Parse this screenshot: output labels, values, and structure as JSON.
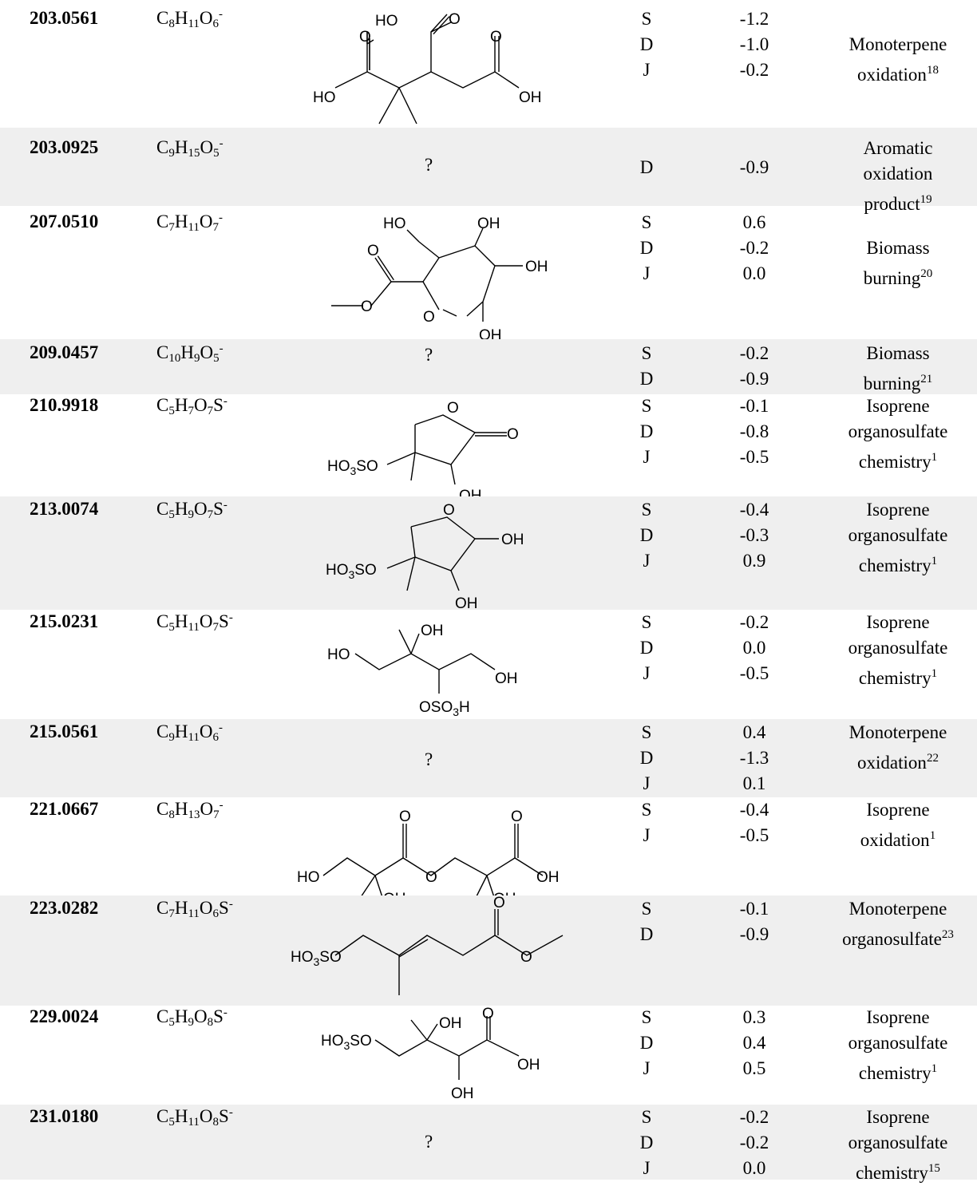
{
  "rows": [
    {
      "mz": "203.0561",
      "f_base": [
        [
          "C",
          "8"
        ],
        [
          "H",
          "11"
        ],
        [
          "O",
          "6"
        ]
      ],
      "f_suffix": "",
      "charge": "-",
      "sites": [
        "S",
        "D",
        "J"
      ],
      "vals": [
        "-1.2",
        "-1.0",
        "-0.2"
      ],
      "note_lines": [
        "Monoterpene",
        "oxidation"
      ],
      "note_ref": "18",
      "unknown": "",
      "labels": {
        "a": "HO",
        "b": "O",
        "c": "O",
        "d": "O",
        "e": "HO",
        "f": "OH"
      }
    },
    {
      "mz": "203.0925",
      "f_base": [
        [
          "C",
          "9"
        ],
        [
          "H",
          "15"
        ],
        [
          "O",
          "5"
        ]
      ],
      "f_suffix": "",
      "charge": "-",
      "sites": [
        "D"
      ],
      "vals": [
        "-0.9"
      ],
      "note_lines": [
        "Aromatic",
        "oxidation",
        "product"
      ],
      "note_ref": "19",
      "unknown": "?",
      "labels": {}
    },
    {
      "mz": "207.0510",
      "f_base": [
        [
          "C",
          "7"
        ],
        [
          "H",
          "11"
        ],
        [
          "O",
          "7"
        ]
      ],
      "f_suffix": "",
      "charge": "-",
      "sites": [
        "S",
        "D",
        "J"
      ],
      "vals": [
        "0.6",
        "-0.2",
        "0.0"
      ],
      "note_lines": [
        "Biomass",
        "burning"
      ],
      "note_ref": "20",
      "unknown": "",
      "labels": {
        "a": "HO",
        "b": "OH",
        "c": "O",
        "d": "OH",
        "e": "O",
        "f": "O",
        "g": "OH"
      }
    },
    {
      "mz": "209.0457",
      "f_base": [
        [
          "C",
          "10"
        ],
        [
          "H",
          "9"
        ],
        [
          "O",
          "5"
        ]
      ],
      "f_suffix": "",
      "charge": "-",
      "sites": [
        "S",
        "D"
      ],
      "vals": [
        "-0.2",
        "-0.9"
      ],
      "note_lines": [
        "Biomass",
        "burning"
      ],
      "note_ref": "21",
      "unknown": "?",
      "labels": {}
    },
    {
      "mz": "210.9918",
      "f_base": [
        [
          "C",
          "5"
        ],
        [
          "H",
          "7"
        ],
        [
          "O",
          "7"
        ]
      ],
      "f_suffix": "S",
      "charge": "-",
      "sites": [
        "S",
        "D",
        "J"
      ],
      "vals": [
        "-0.1",
        "-0.8",
        "-0.5"
      ],
      "note_lines": [
        "Isoprene",
        "organosulfate",
        "chemistry"
      ],
      "note_ref": "1",
      "unknown": "",
      "labels": {
        "a": "O",
        "b": "O",
        "c": "HO",
        "c_sub": "3",
        "c_end": "SO",
        "d": "OH"
      }
    },
    {
      "mz": "213.0074",
      "f_base": [
        [
          "C",
          "5"
        ],
        [
          "H",
          "9"
        ],
        [
          "O",
          "7"
        ]
      ],
      "f_suffix": "S",
      "charge": "-",
      "sites": [
        "S",
        "D",
        "J"
      ],
      "vals": [
        "-0.4",
        "-0.3",
        "0.9"
      ],
      "note_lines": [
        "Isoprene",
        "organosulfate",
        "chemistry"
      ],
      "note_ref": "1",
      "unknown": "",
      "labels": {
        "a": "O",
        "b": "OH",
        "c": "HO",
        "c_sub": "3",
        "c_end": "SO",
        "d": "OH"
      }
    },
    {
      "mz": "215.0231",
      "f_base": [
        [
          "C",
          "5"
        ],
        [
          "H",
          "11"
        ],
        [
          "O",
          "7"
        ]
      ],
      "f_suffix": "S",
      "charge": "-",
      "sites": [
        "S",
        "D",
        "J"
      ],
      "vals": [
        "-0.2",
        "0.0",
        "-0.5"
      ],
      "note_lines": [
        "Isoprene",
        "organosulfate",
        "chemistry"
      ],
      "note_ref": "1",
      "unknown": "",
      "labels": {
        "a": "OH",
        "b": "HO",
        "c": "OH",
        "d": "OSO",
        "d_sub": "3",
        "d_end": "H"
      }
    },
    {
      "mz": "215.0561",
      "f_base": [
        [
          "C",
          "9"
        ],
        [
          "H",
          "11"
        ],
        [
          "O",
          "6"
        ]
      ],
      "f_suffix": "",
      "charge": "-",
      "sites": [
        "S",
        "D",
        "J"
      ],
      "vals": [
        "0.4",
        "-1.3",
        "0.1"
      ],
      "note_lines": [
        "Monoterpene",
        "oxidation"
      ],
      "note_ref": "22",
      "unknown": "?",
      "labels": {}
    },
    {
      "mz": "221.0667",
      "f_base": [
        [
          "C",
          "8"
        ],
        [
          "H",
          "13"
        ],
        [
          "O",
          "7"
        ]
      ],
      "f_suffix": "",
      "charge": "-",
      "sites": [
        "S",
        "J"
      ],
      "vals": [
        "-0.4",
        "-0.5"
      ],
      "note_lines": [
        "Isoprene",
        "oxidation"
      ],
      "note_ref": "1",
      "unknown": "",
      "labels": {
        "a": "O",
        "b": "O",
        "c": "HO",
        "d": "O",
        "e": "OH",
        "f": "OH",
        "g": "OH"
      }
    },
    {
      "mz": "223.0282",
      "f_base": [
        [
          "C",
          "7"
        ],
        [
          "H",
          "11"
        ],
        [
          "O",
          "6"
        ]
      ],
      "f_suffix": "S",
      "charge": "-",
      "sites": [
        "S",
        "D"
      ],
      "vals": [
        "-0.1",
        "-0.9"
      ],
      "note_lines": [
        "Monoterpene",
        "organosulfate"
      ],
      "note_ref": "23",
      "unknown": "",
      "labels": {
        "a": "O",
        "b": "HO",
        "b_sub": "3",
        "b_end": "SO",
        "c": "O"
      }
    },
    {
      "mz": "229.0024",
      "f_base": [
        [
          "C",
          "5"
        ],
        [
          "H",
          "9"
        ],
        [
          "O",
          "8"
        ]
      ],
      "f_suffix": "S",
      "charge": "-",
      "sites": [
        "S",
        "D",
        "J"
      ],
      "vals": [
        "0.3",
        "0.4",
        "0.5"
      ],
      "note_lines": [
        "Isoprene",
        "organosulfate",
        "chemistry"
      ],
      "note_ref": "1",
      "unknown": "",
      "labels": {
        "a": "OH",
        "b": "O",
        "c": "HO",
        "c_sub": "3",
        "c_end": "SO",
        "d": "OH",
        "e": "OH"
      }
    },
    {
      "mz": "231.0180",
      "f_base": [
        [
          "C",
          "5"
        ],
        [
          "H",
          "11"
        ],
        [
          "O",
          "8"
        ]
      ],
      "f_suffix": "S",
      "charge": "-",
      "sites": [
        "S",
        "D",
        "J"
      ],
      "vals": [
        "-0.2",
        "-0.2",
        "0.0"
      ],
      "note_lines": [
        "Isoprene",
        "organosulfate",
        "chemistry"
      ],
      "note_ref": "15",
      "unknown": "?",
      "labels": {}
    }
  ]
}
